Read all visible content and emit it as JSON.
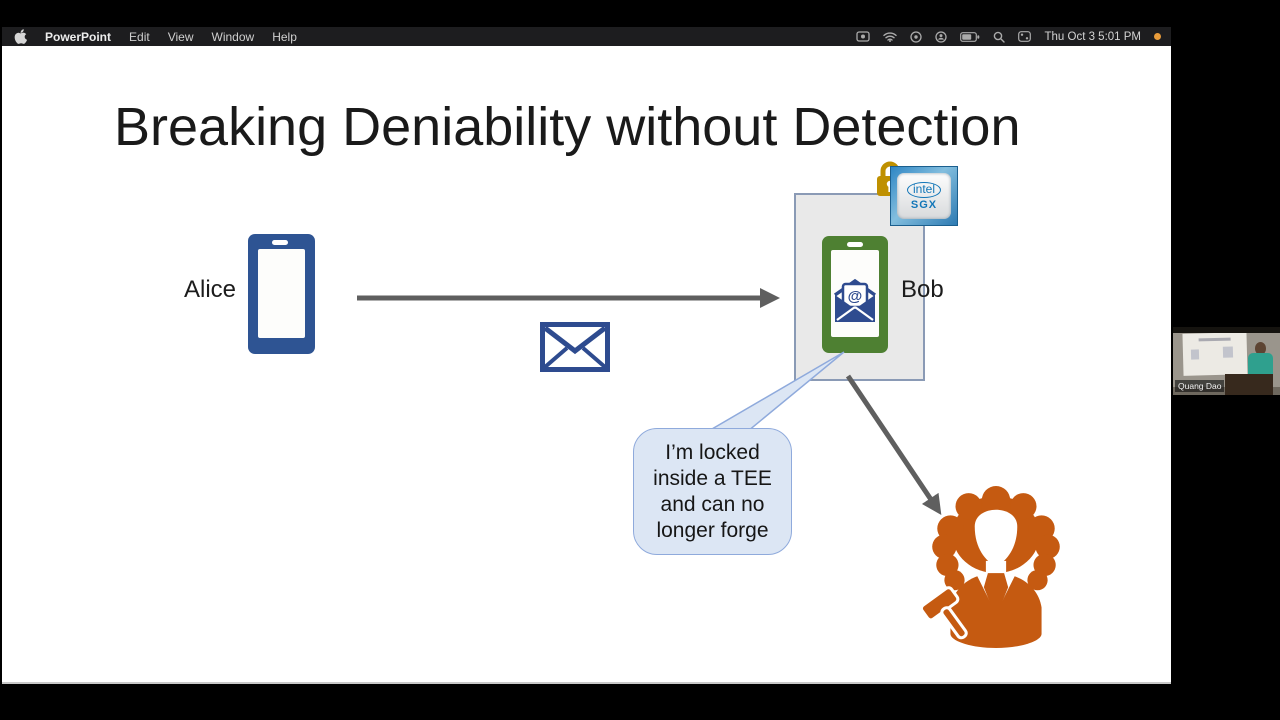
{
  "menu_bar": {
    "app_name": "PowerPoint",
    "items": [
      "Edit",
      "View",
      "Window",
      "Help"
    ],
    "datetime": "Thu Oct 3  5:01 PM",
    "status_icons": [
      "screen-mirroring-icon",
      "wifi-icon",
      "record-circle-icon",
      "account-circle-icon",
      "battery-icon",
      "spotlight-search-icon",
      "control-center-icon"
    ]
  },
  "slide": {
    "title": "Breaking Deniability without Detection",
    "alice_label": "Alice",
    "bob_label": "Bob",
    "envelope_at_symbol": "@",
    "speech_bubble": {
      "lines": [
        "I’m locked",
        "inside a TEE",
        "and can no",
        "longer forge"
      ]
    },
    "sgx_badge": {
      "brand": "intel",
      "product": "SGX"
    },
    "icons": [
      "phone-icon",
      "envelope-icon",
      "open-envelope-at-icon",
      "padlock-icon",
      "intel-sgx-chip",
      "judge-gavel-icon",
      "right-arrow",
      "down-right-arrow"
    ]
  },
  "video_overlay": {
    "participant_name": "Quang Dao"
  },
  "colors": {
    "alice_phone": "#2e5493",
    "bob_phone": "#4e8032",
    "envelope_blue": "#2e4b8f",
    "judge_orange": "#c55a11",
    "arrow_gray": "#5f5f5f",
    "bubble_fill": "#dce6f4",
    "bubble_border": "#8faadc",
    "lock_gold": "#bf9000",
    "tee_box_fill": "#e9e9e9",
    "tee_box_border": "#8a9ab5",
    "intel_blue": "#1276b8"
  }
}
